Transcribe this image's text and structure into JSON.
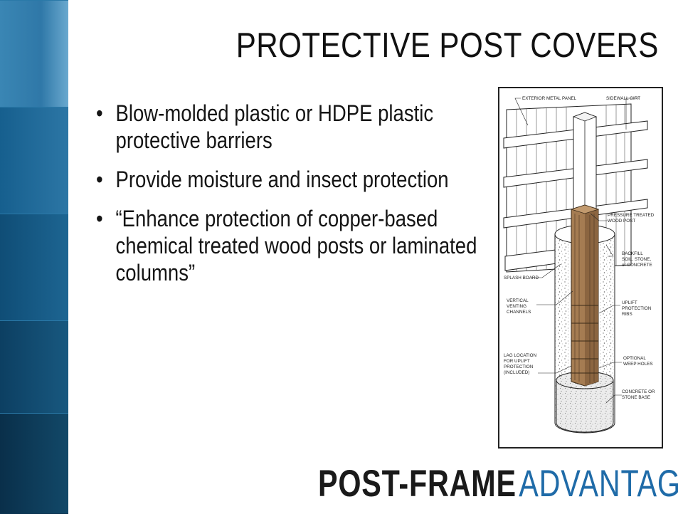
{
  "slide": {
    "title": "PROTECTIVE POST COVERS",
    "bullets": [
      "Blow-molded plastic or HDPE plastic protective barriers",
      "Provide moisture and insect protection",
      "“Enhance protection of copper-based chemical treated wood posts or laminated columns”"
    ],
    "bullet_symbol": "•"
  },
  "diagram": {
    "labels": {
      "exterior_metal_panel": "EXTERIOR METAL PANEL",
      "sidewall_girt": "SIDEWALL GIRT",
      "pressure_treated_1": "PRESSURE TREATED",
      "pressure_treated_2": "WOOD POST",
      "backfill_1": "BACKFILL",
      "backfill_2": "SOIL, STONE,",
      "backfill_3": "or CONCRETE",
      "splash_board": "SPLASH BOARD",
      "vertical_1": "VERTICAL",
      "vertical_2": "VENTING",
      "vertical_3": "CHANNELS",
      "uplift_1": "UPLIFT",
      "uplift_2": "PROTECTION",
      "uplift_3": "RIBS",
      "lag_1": "LAG LOCATION",
      "lag_2": "FOR UPLIFT",
      "lag_3": "PROTECTION",
      "lag_4": "(INCLUDED)",
      "weep_1": "OPTIONAL",
      "weep_2": "WEEP HOLES",
      "base_1": "CONCRETE OR",
      "base_2": "STONE BASE"
    }
  },
  "footer": {
    "brand_part1": "POST-FRAME",
    "brand_part2": "ADVANTAGE"
  },
  "colors": {
    "sidebar": "#0f4f78",
    "brand_blue": "#1f6ba8",
    "cover_brown": "#a57c52"
  }
}
